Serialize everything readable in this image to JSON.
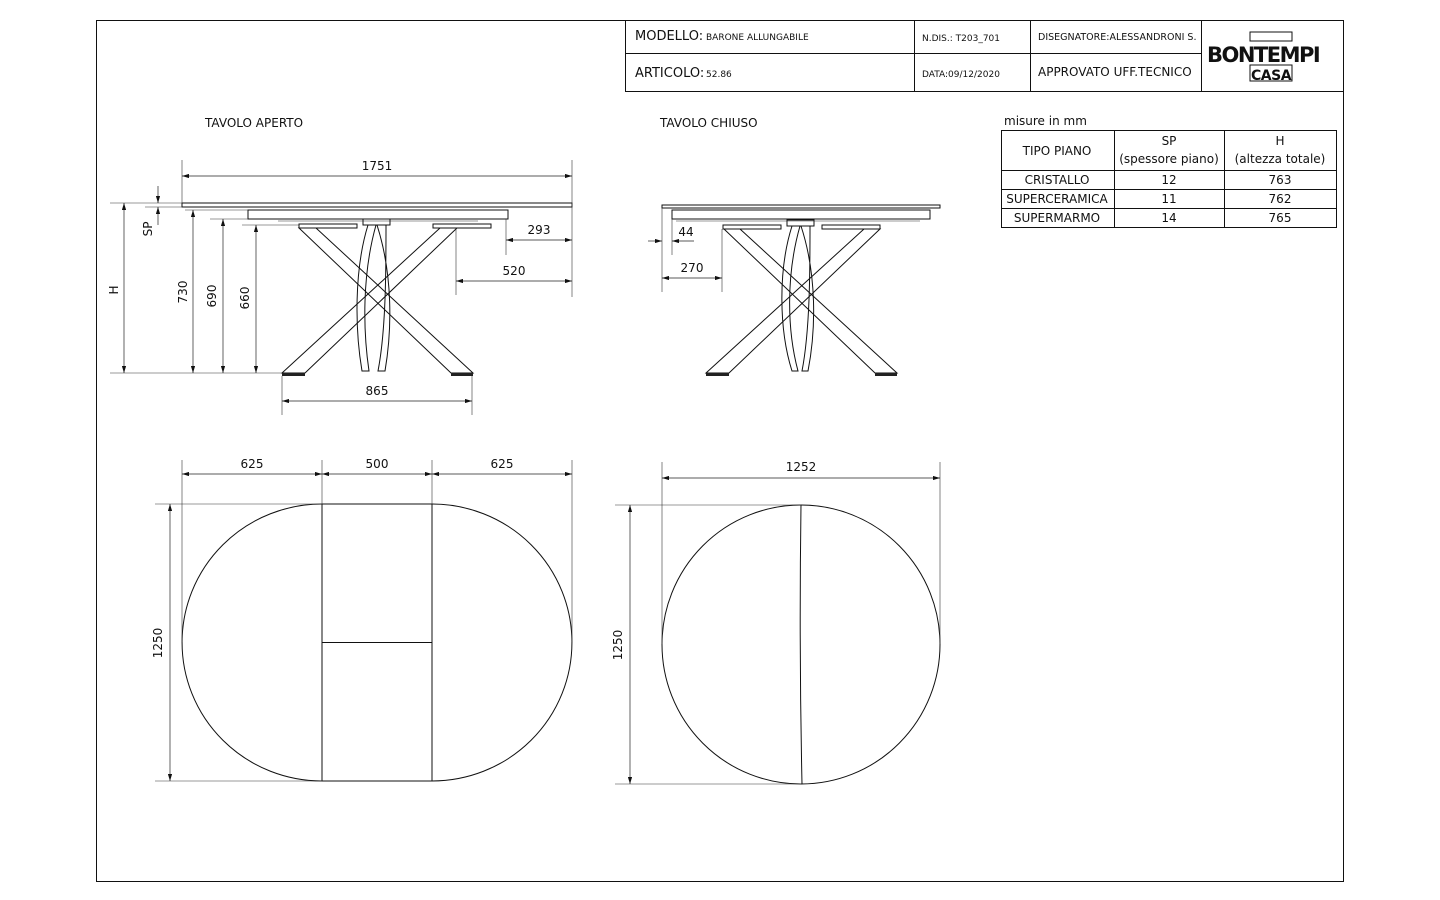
{
  "title_block": {
    "modello_label": "MODELLO:",
    "modello_value": "BARONE ALLUNGABILE",
    "articolo_label": "ARTICOLO:",
    "articolo_value": "52.86",
    "ndis": "N.DIS.: T203_701",
    "data": "DATA:09/12/2020",
    "disegnatore": "DISEGNATORE:ALESSANDRONI S.",
    "approvato": "APPROVATO UFF.TECNICO",
    "logo_top": "BONTEMPI",
    "logo_bottom": "CASA"
  },
  "views": {
    "open_title": "TAVOLO APERTO",
    "closed_title": "TAVOLO CHIUSO"
  },
  "open_side_dims": {
    "length": "1751",
    "sp": "SP",
    "h": "H",
    "d730": "730",
    "d690": "690",
    "d660": "660",
    "d293": "293",
    "d520": "520",
    "base": "865"
  },
  "closed_side_dims": {
    "d44": "44",
    "d270": "270"
  },
  "open_plan_dims": {
    "left": "625",
    "center": "500",
    "right": "625",
    "depth": "1250"
  },
  "closed_plan_dims": {
    "diameter": "1252",
    "depth": "1250"
  },
  "spec_table": {
    "caption": "misure in mm",
    "headers": [
      "TIPO PIANO",
      "SP",
      "(spessore piano)",
      "H",
      "(altezza totale)"
    ],
    "rows": [
      {
        "tipo": "CRISTALLO",
        "sp": "12",
        "h": "763"
      },
      {
        "tipo": "SUPERCERAMICA",
        "sp": "11",
        "h": "762"
      },
      {
        "tipo": "SUPERMARMO",
        "sp": "14",
        "h": "765"
      }
    ]
  }
}
